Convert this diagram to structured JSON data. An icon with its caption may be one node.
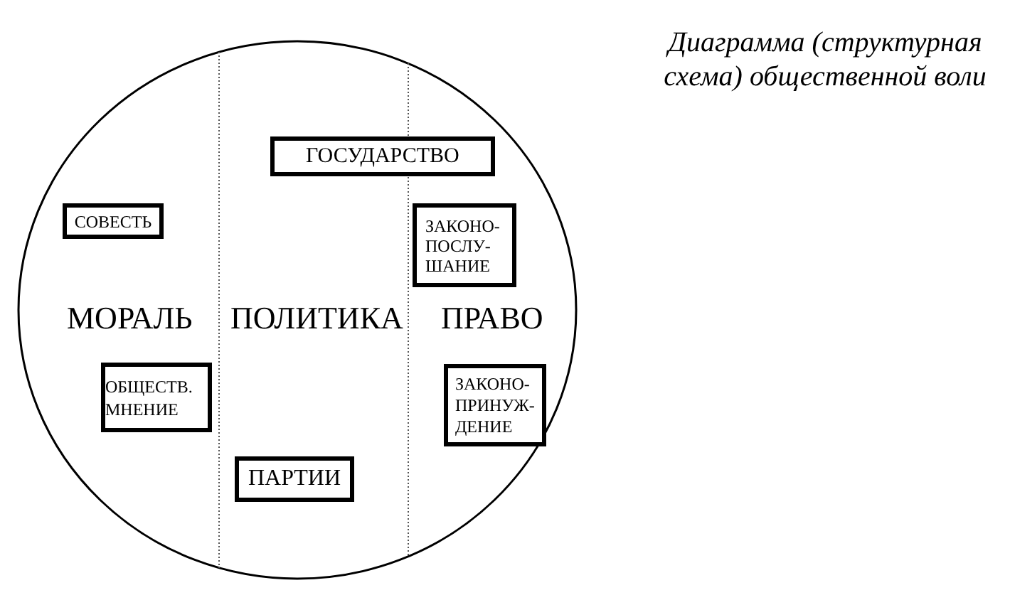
{
  "diagram": {
    "title": "Диаграмма (структурная схема) общественной воли",
    "nodes": [
      {
        "text": [],
        "shape": "circle"
      },
      {
        "text": [
          "ГОСУДАРСТВО"
        ],
        "in": 0
      },
      {
        "text": [
          "СОВЕСТЬ"
        ],
        "in": 0
      },
      {
        "text": [
          "ЗАКОНО- ПОСЛУ- ШАНИЕ"
        ],
        "in": 0
      },
      {
        "text": [
          "ОБЩЕСТВ. МНЕНИЕ"
        ],
        "in": 0
      },
      {
        "text": [
          "ЗАКОНО- ПРИНУЖ- ДЕНИЕ"
        ],
        "in": 0
      },
      {
        "text": [
          "ПАРТИИ"
        ],
        "in": 0
      }
    ],
    "edges": [],
    "labels": [
      "МОРАЛЬ",
      "ПОЛИТИКА",
      "ПРАВО"
    ]
  }
}
